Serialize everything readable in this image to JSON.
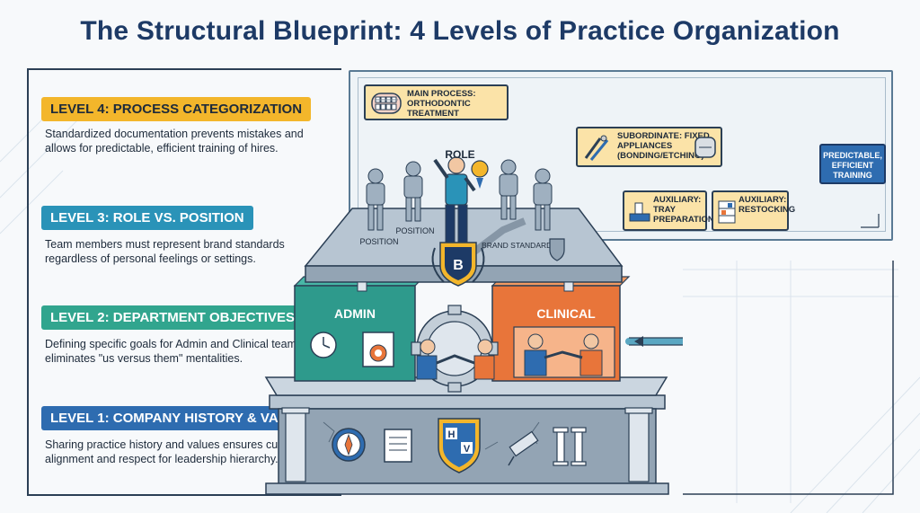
{
  "title": "The Structural Blueprint: 4 Levels of Practice Organization",
  "levels": [
    {
      "label": "LEVEL 4: PROCESS CATEGORIZATION",
      "description": "Standardized documentation prevents mistakes and allows for predictable, efficient training of hires."
    },
    {
      "label": "LEVEL 3: ROLE VS. POSITION",
      "description": "Team members must represent brand standards regardless of personal feelings or settings."
    },
    {
      "label": "LEVEL 2: DEPARTMENT OBJECTIVES",
      "description": "Defining specific goals for Admin and Clinical teams eliminates \"us versus them\" mentalities."
    },
    {
      "label": "LEVEL 1: COMPANY HISTORY & VALUES",
      "description": "Sharing practice history and values ensures cultural alignment and respect for leadership hierarchy."
    }
  ],
  "process": {
    "main": "MAIN PROCESS: ORTHODONTIC TREATMENT",
    "subordinate": "SUBORDINATE: FIXED APPLIANCES (BONDING/ETCHING)",
    "auxiliary_1": "AUXILIARY: TRAY PREPARATION",
    "auxiliary_2": "AUXILIARY: RESTOCKING",
    "outcome": "PREDICTABLE, EFFICIENT TRAINING"
  },
  "illustration": {
    "role_label": "ROLE",
    "position_left": "POSITION",
    "position_center": "POSITION",
    "brand_standards": "BRAND STANDARDS",
    "brand_badge": "B",
    "admin": "ADMIN",
    "clinical": "CLINICAL",
    "values_h": "H",
    "values_v": "V"
  },
  "colors": {
    "level4": "#f3b62b",
    "level3": "#2a93b8",
    "level2": "#31a58e",
    "level1": "#2e6cb0",
    "admin": "#2e9a8c",
    "clinical": "#e8753a",
    "navy": "#1d3a66"
  },
  "icons": [
    "braces-icon",
    "dental-tool-icon",
    "tray-icon",
    "shelf-icon",
    "clock-icon",
    "target-icon",
    "handshake-icon",
    "gear-icon",
    "compass-icon",
    "scroll-icon",
    "shield-icon",
    "diploma-icon",
    "pillar-icon",
    "medal-icon"
  ]
}
